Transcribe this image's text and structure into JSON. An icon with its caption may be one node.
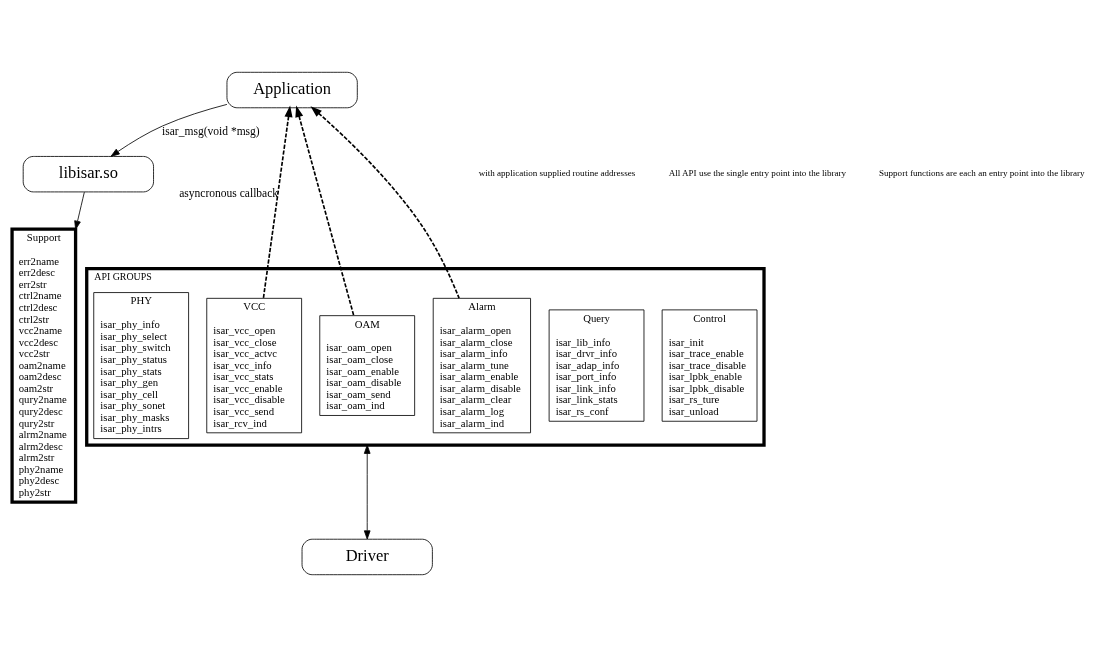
{
  "diagram": {
    "nodes": [
      {
        "text": [
          "Application"
        ]
      },
      {
        "text": [
          "libisar.so"
        ]
      },
      {
        "text": [
          "API GROUPS"
        ]
      },
      {
        "text": [
          "Control",
          "isar_init isar_trace_enable isar_trace_disable isar_lpbk_enable isar_lpbk_disable isar_rs_ture isar_unload"
        ],
        "in": 2
      },
      {
        "text": [
          "Query",
          "isar_lib_info isar_drvr_info isar_adap_info isar_port_info isar_link_info isar_link_stats isar_rs_conf"
        ],
        "in": 2
      },
      {
        "text": [
          "VCC",
          "isar_vcc_open isar_vcc_close isar_vcc_actvc isar_vcc_info isar_vcc_stats isar_vcc_enable isar_vcc_disable isar_vcc_send isar_rcv_ind"
        ],
        "in": 2
      },
      {
        "text": [
          "OAM",
          "isar_oam_open isar_oam_close isar_oam_enable isar_oam_disable isar_oam_send isar_oam_ind"
        ],
        "in": 2
      },
      {
        "text": [
          "Alarm",
          "isar_alarm_open isar_alarm_close isar_alarm_info isar_alarm_tune isar_alarm_enable isar_alarm_disable isar_alarm_clear isar_alarm_log isar_alarm_ind"
        ],
        "in": 2
      },
      {
        "text": [
          "PHY",
          "isar_phy_info isar_phy_select isar_phy_switch isar_phy_status isar_phy_stats isar_phy_gen isar_phy_cell isar_phy_sonet isar_phy_masks isar_phy_intrs"
        ],
        "in": 2
      },
      {
        "text": [
          "Support",
          "err2name err2desc err2str ctrl2name ctrl2desc ctrl2str vcc2name vcc2desc vcc2str oam2name oam2desc oam2str qury2name qury2desc qury2str alrm2name alrm2desc alrm2str phy2name phy2desc phy2str"
        ]
      },
      {
        "text": [
          "Driver"
        ]
      }
    ],
    "edges": [
      {
        "from": 0,
        "to": 1,
        "arrow": "to",
        "label": "isar_msg(void *msg)"
      },
      {
        "from": 1,
        "to": 9,
        "arrow": "to"
      },
      {
        "from": 2,
        "to": 10,
        "arrow": "both"
      },
      {
        "from": 5,
        "to": 0,
        "arrow": "to",
        "style": "dashed",
        "label": "asyncronous callback"
      },
      {
        "from": 6,
        "to": 0,
        "arrow": "to",
        "style": "dashed"
      },
      {
        "from": 7,
        "to": 0,
        "arrow": "to",
        "style": "dashed"
      }
    ],
    "labels": [
      "with application supplied routine addresses",
      "All API use the single entry point into the library",
      "Support functions are each an entry point into the library"
    ]
  }
}
